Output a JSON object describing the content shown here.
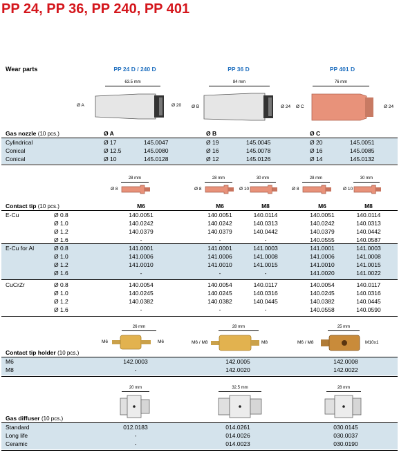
{
  "title": "PP 24, PP 36, PP 240, PP 401",
  "wear_parts": {
    "label": "Wear parts",
    "columns": [
      "PP 24 D / 240 D",
      "PP 36 D",
      "PP 401 D"
    ]
  },
  "nozzle_dims": {
    "pp24_len": "63.5 mm",
    "pp24_a": "Ø A",
    "pp24_d": "Ø 20",
    "pp36_len": "84 mm",
    "pp36_b": "Ø B",
    "pp36_d": "Ø 24",
    "pp401_len": "76 mm",
    "pp401_c": "Ø C",
    "pp401_d": "Ø 24"
  },
  "gas_nozzle": {
    "label": "Gas nozzle",
    "qty": "(10 pcs.)",
    "headers": [
      "Ø A",
      "Ø B",
      "Ø C"
    ],
    "rows": [
      {
        "name": "Cylindrical",
        "a": "Ø 17",
        "a_no": "145.0047",
        "b": "Ø 19",
        "b_no": "145.0045",
        "c": "Ø 20",
        "c_no": "145.0051"
      },
      {
        "name": "Conical",
        "a": "Ø 12.5",
        "a_no": "145.0080",
        "b": "Ø 16",
        "b_no": "145.0078",
        "c": "Ø 16",
        "c_no": "145.0085"
      },
      {
        "name": "Conical",
        "a": "Ø 10",
        "a_no": "145.0128",
        "b": "Ø 12",
        "b_no": "145.0126",
        "c": "Ø 14",
        "c_no": "145.0132"
      }
    ]
  },
  "tip_dims": {
    "t1_len": "28 mm",
    "t1_d": "Ø 8",
    "t2_len": "28 mm",
    "t2_d": "Ø 8",
    "t3_len": "30 mm",
    "t3_d": "Ø 10",
    "t4_len": "28 mm",
    "t4_d": "Ø 8",
    "t5_len": "30 mm",
    "t5_d": "Ø 10"
  },
  "contact_tip": {
    "label": "Contact tip",
    "qty": "(10 pcs.)",
    "headers": [
      "M6",
      "M6",
      "M8",
      "M6",
      "M8"
    ],
    "groups": [
      {
        "name": "E-Cu",
        "rows": [
          {
            "d": "Ø 0.8",
            "v": [
              "140.0051",
              "140.0051",
              "140.0114",
              "140.0051",
              "140.0114"
            ]
          },
          {
            "d": "Ø 1.0",
            "v": [
              "140.0242",
              "140.0242",
              "140.0313",
              "140.0242",
              "140.0313"
            ]
          },
          {
            "d": "Ø 1.2",
            "v": [
              "140.0379",
              "140.0379",
              "140.0442",
              "140.0379",
              "140.0442"
            ]
          },
          {
            "d": "Ø 1.6",
            "v": [
              "-",
              "-",
              "-",
              "140.0555",
              "140.0587"
            ]
          }
        ]
      },
      {
        "name": "E-Cu for Al",
        "rows": [
          {
            "d": "Ø 0.8",
            "v": [
              "141.0001",
              "141.0001",
              "141.0003",
              "141.0001",
              "141.0003"
            ]
          },
          {
            "d": "Ø 1.0",
            "v": [
              "141.0006",
              "141.0006",
              "141.0008",
              "141.0006",
              "141.0008"
            ]
          },
          {
            "d": "Ø 1.2",
            "v": [
              "141.0010",
              "141.0010",
              "141.0015",
              "141.0010",
              "141.0015"
            ]
          },
          {
            "d": "Ø 1.6",
            "v": [
              "-",
              "-",
              "-",
              "141.0020",
              "141.0022"
            ]
          }
        ]
      },
      {
        "name": "CuCrZr",
        "rows": [
          {
            "d": "Ø 0.8",
            "v": [
              "140.0054",
              "140.0054",
              "140.0117",
              "140.0054",
              "140.0117"
            ]
          },
          {
            "d": "Ø 1.0",
            "v": [
              "140.0245",
              "140.0245",
              "140.0316",
              "140.0245",
              "140.0316"
            ]
          },
          {
            "d": "Ø 1.2",
            "v": [
              "140.0382",
              "140.0382",
              "140.0445",
              "140.0382",
              "140.0445"
            ]
          },
          {
            "d": "Ø 1.6",
            "v": [
              "-",
              "-",
              "-",
              "140.0558",
              "140.0590"
            ]
          }
        ]
      }
    ]
  },
  "holder_dims": {
    "h1_len": "26 mm",
    "h1_l": "M6",
    "h1_r": "M6",
    "h2_len": "28 mm",
    "h2_l": "M6 / M8",
    "h2_r": "M8",
    "h3_len": "25 mm",
    "h3_l": "M6 / M8",
    "h3_r": "M10x1"
  },
  "contact_tip_holder": {
    "label": "Contact tip holder",
    "qty": "(10 pcs.)",
    "rows": [
      {
        "name": "M6",
        "v": [
          "142.0003",
          "142.0005",
          "142.0008"
        ]
      },
      {
        "name": "M8",
        "v": [
          "-",
          "142.0020",
          "142.0022"
        ]
      }
    ]
  },
  "diffuser_dims": {
    "d1_len": "20 mm",
    "d2_len": "32.5 mm",
    "d3_len": "28 mm"
  },
  "gas_diffuser": {
    "label": "Gas diffuser",
    "qty": "(10 pcs.)",
    "rows": [
      {
        "name": "Standard",
        "v": [
          "012.0183",
          "014.0261",
          "030.0145"
        ]
      },
      {
        "name": "Long life",
        "v": [
          "-",
          "014.0026",
          "030.0037"
        ]
      },
      {
        "name": "Ceramic",
        "v": [
          "-",
          "014.0023",
          "030.0190"
        ]
      }
    ]
  },
  "colors": {
    "title": "#d4161c",
    "colhead": "#1f6fbf",
    "band": "#d4e3ec",
    "copper": "#e8927a",
    "brass": "#e2b24f",
    "steel": "#d8d8d8"
  }
}
